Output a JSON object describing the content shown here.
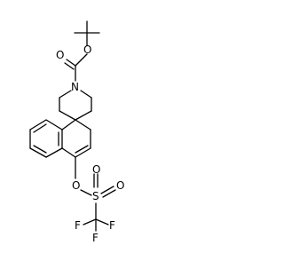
{
  "diagram": {
    "type": "chemical-structure",
    "atom_labels": {
      "o_carbonyl": "O",
      "o_ester": "O",
      "n_piperidine": "N",
      "o_triflate": "O",
      "s_sulfonyl": "S",
      "o_sulfonyl_1": "O",
      "o_sulfonyl_2": "O",
      "f_1": "F",
      "f_2": "F",
      "f_3": "F"
    },
    "colors": {
      "line": "#000000",
      "background": "#ffffff"
    }
  }
}
